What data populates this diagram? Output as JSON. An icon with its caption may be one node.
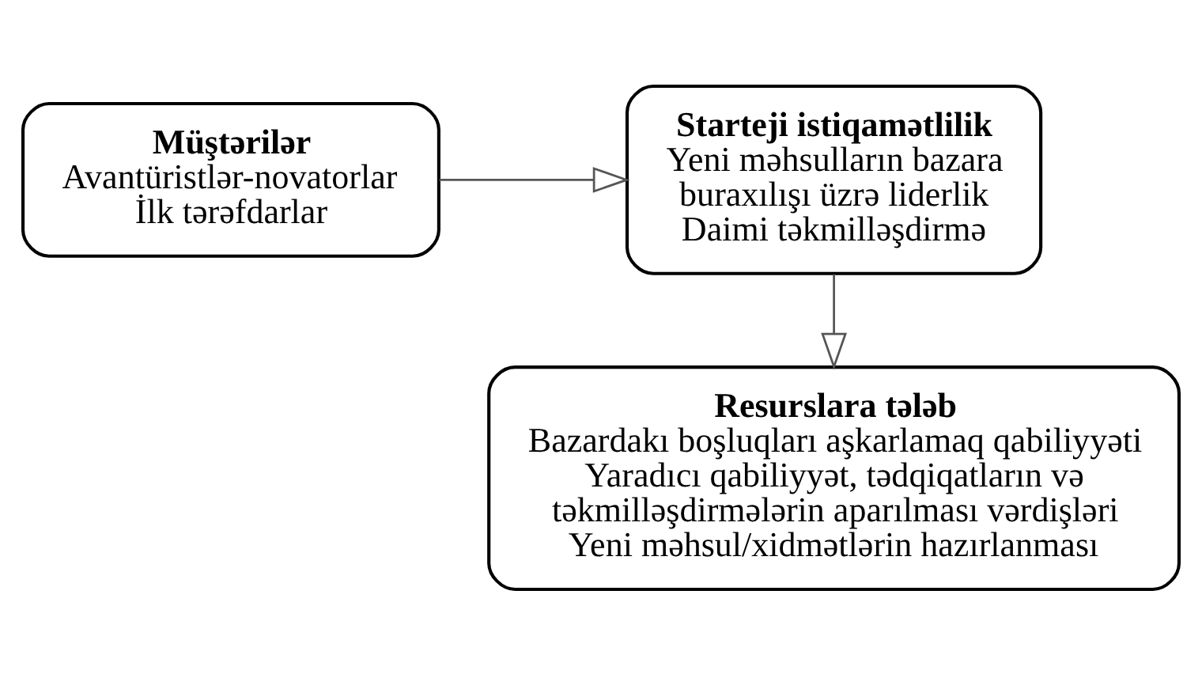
{
  "diagram": {
    "nodes": [
      {
        "text": [
          "Müştərilər",
          "Avantüristlər-novatorlar",
          "İlk tərəfdarlar"
        ]
      },
      {
        "text": [
          "Starteji istiqamətlilik",
          "Yeni məhsulların bazara buraxılışı üzrə liderlik",
          "Daimi təkmilləşdirmə"
        ]
      },
      {
        "text": [
          "Resurslara tələb",
          "Bazardakı boşluqları aşkarlamaq qabiliyyəti",
          "Yaradıcı qabiliyyət, tədqiqatların və təkmilləşdirmələrin aparılması vərdişləri",
          "Yeni məhsul/xidmətlərin hazırlanması"
        ]
      }
    ],
    "edges": [
      {
        "from": 0,
        "to": 1,
        "arrow": "to"
      },
      {
        "from": 1,
        "to": 2,
        "arrow": "to"
      }
    ]
  }
}
